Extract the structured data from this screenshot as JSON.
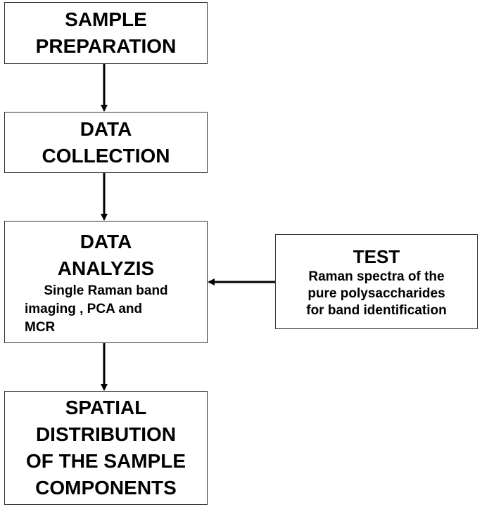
{
  "diagram": {
    "sample_preparation": {
      "lines": [
        "SAMPLE",
        "PREPARATION"
      ]
    },
    "data_collection": {
      "lines": [
        "DATA",
        "COLLECTION"
      ]
    },
    "data_analysis": {
      "title_lines": [
        "DATA",
        "ANALYZIS"
      ],
      "detail_lines": [
        "Single Raman band",
        "imaging , PCA and",
        "MCR"
      ]
    },
    "test": {
      "title": "TEST",
      "detail_lines": [
        "Raman spectra of the",
        "pure polysaccharides",
        "for band identification"
      ]
    },
    "spatial_distribution": {
      "lines": [
        "SPATIAL",
        "DISTRIBUTION",
        "OF THE SAMPLE",
        "COMPONENTS"
      ]
    },
    "colors": {
      "border": "#333333",
      "arrow": "#000000",
      "text": "#000000"
    }
  }
}
